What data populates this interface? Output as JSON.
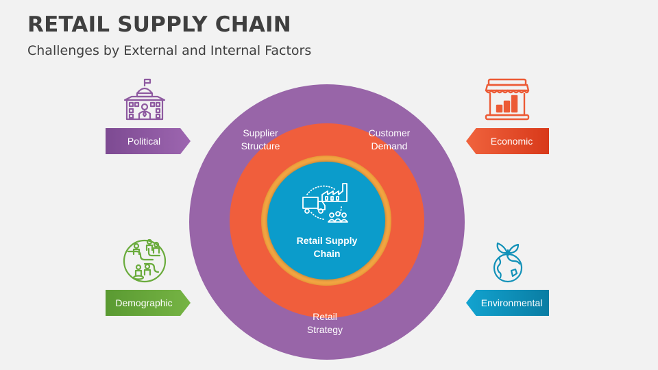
{
  "header": {
    "title": "RETAIL SUPPLY CHAIN",
    "subtitle": "Challenges by External and Internal Factors"
  },
  "center": {
    "label_line1": "Retail Supply",
    "label_line2": "Chain",
    "icon": "supply-chain-icon"
  },
  "rings": {
    "supplier": {
      "line1": "Supplier",
      "line2": "Structure"
    },
    "customer": {
      "line1": "Customer",
      "line2": "Demand"
    },
    "strategy": {
      "line1": "Retail",
      "line2": "Strategy"
    }
  },
  "factors": [
    {
      "label": "Political",
      "icon": "government-building-icon",
      "color": "#8e5aa0"
    },
    {
      "label": "Economic",
      "icon": "store-growth-icon",
      "color": "#e8502d"
    },
    {
      "label": "Demographic",
      "icon": "globe-people-icon",
      "color": "#6aab3c"
    },
    {
      "label": "Environmental",
      "icon": "earth-plant-icon",
      "color": "#1191b8"
    }
  ],
  "colors": {
    "outer_ring": "#9865a8",
    "middle_ring": "#f05e3c",
    "gold_ring": "#f8aa45",
    "core": "#0b9ccb"
  }
}
